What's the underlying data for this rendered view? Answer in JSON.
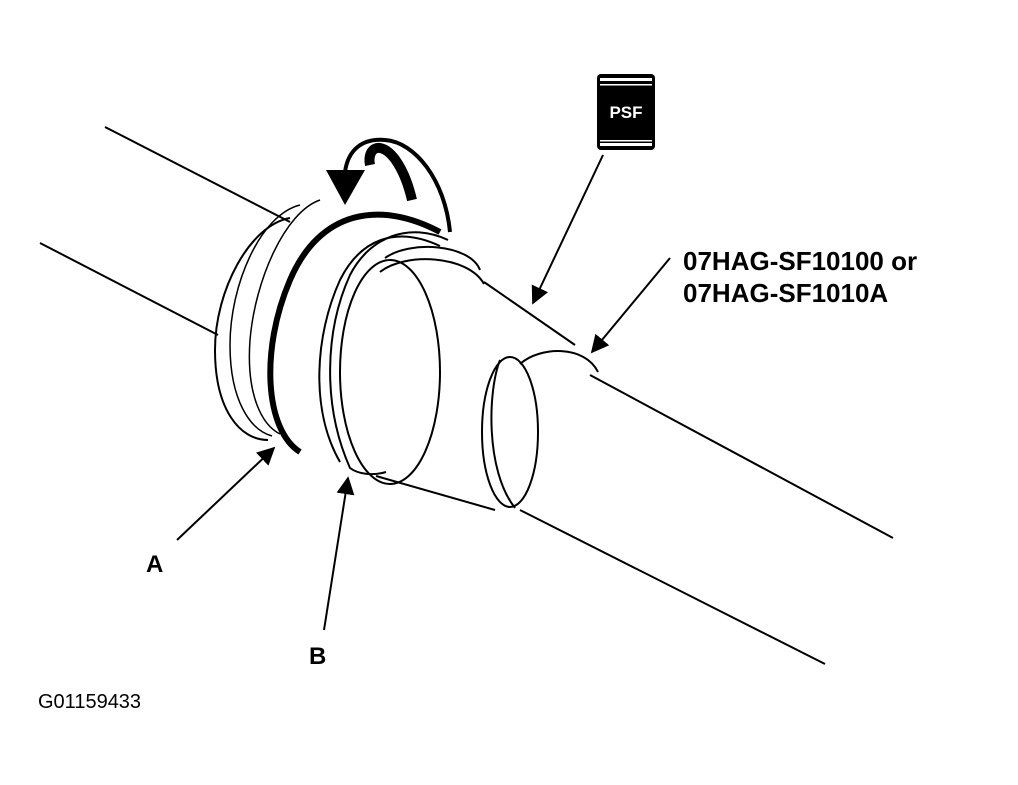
{
  "labels": {
    "callout_a": "A",
    "callout_b": "B",
    "tool_line1": "07HAG-SF10100 or",
    "tool_line2": "07HAG-SF1010A",
    "figure_id": "G01159433"
  },
  "icons": {
    "grease_can_text": "PSF",
    "grease_can": "psf-grease-can-icon",
    "rotation_arrow": "rotation-arrow-icon"
  },
  "colors": {
    "ink": "#000000",
    "paper": "#ffffff"
  }
}
